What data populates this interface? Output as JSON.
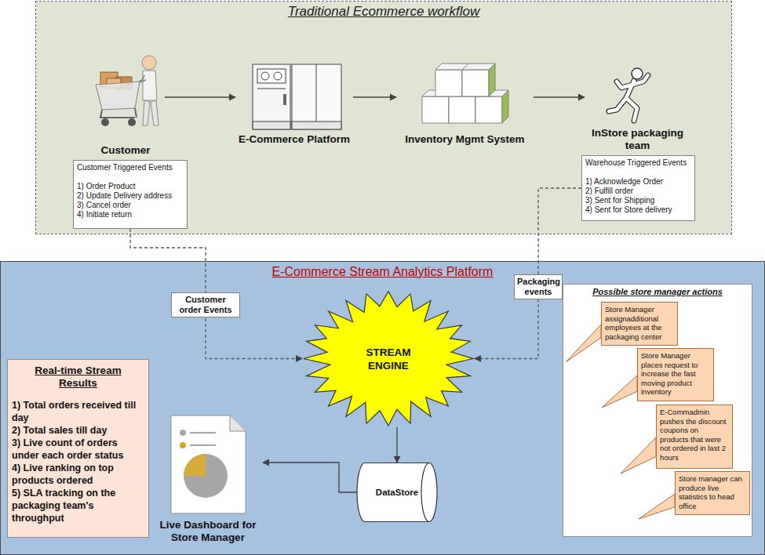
{
  "diagram": {
    "nodes": [
      {
        "text": [
          "Traditional Ecommerce workflow"
        ]
      },
      {
        "text": [
          "Customer"
        ],
        "in": 0
      },
      {
        "text": [
          "Customer Triggered Events",
          "1) Order Product",
          "2) Update Delivery address",
          "3) Cancel order",
          "4) Initiate return"
        ],
        "in": 0
      },
      {
        "text": [
          "E-Commerce Platform"
        ],
        "in": 0
      },
      {
        "text": [
          "Inventory Mgmt System"
        ],
        "in": 0
      },
      {
        "text": [
          "InStore packaging team"
        ],
        "in": 0
      },
      {
        "text": [
          "Warehouse Triggered Events",
          "1) Acknowledge Order",
          "2) Fulfill order",
          "3) Sent for Shipping",
          "4) Sent for Store delivery"
        ],
        "in": 0
      },
      {
        "text": [
          "E-Commerce Stream Analytics Platform"
        ]
      },
      {
        "text": [
          "STREAM ENGINE"
        ],
        "in": 7
      },
      {
        "text": [
          "Real-time Stream Results",
          "1) Total orders received till day",
          "2) Total sales till day",
          "3) Live count of orders under each order status",
          "4) Live ranking on top products ordered",
          "5) SLA tracking on the packaging team's throughput"
        ],
        "in": 7
      },
      {
        "text": [
          "Live Dashboard for Store Manager"
        ],
        "in": 7
      },
      {
        "text": [
          "DataStore"
        ],
        "in": 7
      },
      {
        "text": [
          "Possible store manager actions"
        ],
        "in": 7
      },
      {
        "text": [
          "Store Manager assignadditional employees at the packaging center"
        ],
        "in": 12
      },
      {
        "text": [
          "Store Manager places request to increase the fast moving product inventory"
        ],
        "in": 12
      },
      {
        "text": [
          "E-Commadmin pushes the discount coupons on products that were not ordered in last 2 hours"
        ],
        "in": 12
      },
      {
        "text": [
          "Store manager can produce live statistics to head office"
        ],
        "in": 12
      }
    ],
    "edges": [
      {
        "from": 1,
        "to": 3,
        "arrow": "to"
      },
      {
        "from": 3,
        "to": 4,
        "arrow": "to"
      },
      {
        "from": 4,
        "to": 5,
        "arrow": "to"
      },
      {
        "from": 2,
        "to": 8,
        "label": "Customer order Events",
        "arrow": "to"
      },
      {
        "from": 6,
        "to": 8,
        "label": "Packaging events",
        "arrow": "to"
      },
      {
        "from": 8,
        "to": 11,
        "arrow": "to"
      },
      {
        "from": 11,
        "to": 10,
        "arrow": "to"
      }
    ]
  }
}
